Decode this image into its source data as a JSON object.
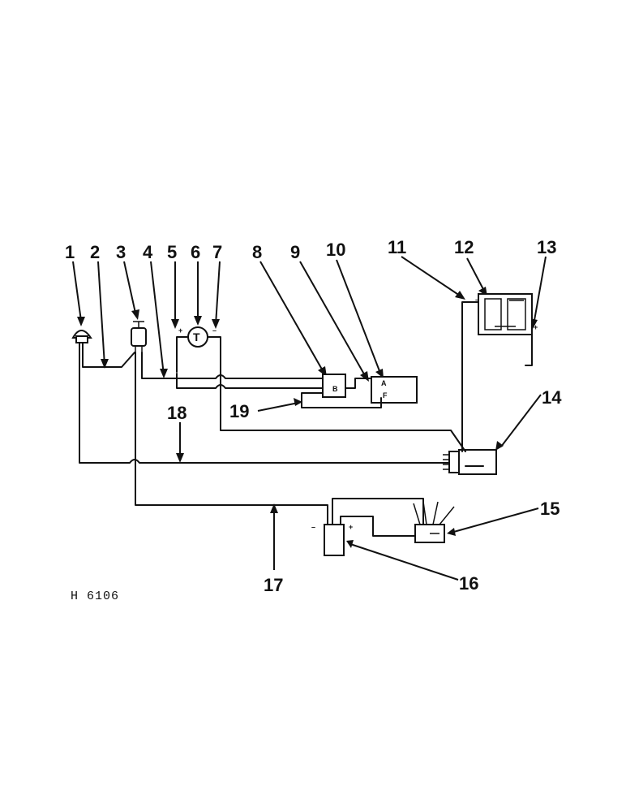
{
  "diagram": {
    "code": "H 6106",
    "callouts": [
      "1",
      "2",
      "3",
      "4",
      "5",
      "6",
      "7",
      "8",
      "9",
      "10",
      "11",
      "12",
      "13",
      "14",
      "15",
      "16",
      "17",
      "18",
      "19"
    ],
    "gauge_symbol": "T",
    "regulator_terminal_label": "B",
    "regulator2_terminals": [
      "A",
      "F"
    ],
    "polarity": {
      "minus": "–",
      "plus": "+"
    }
  }
}
